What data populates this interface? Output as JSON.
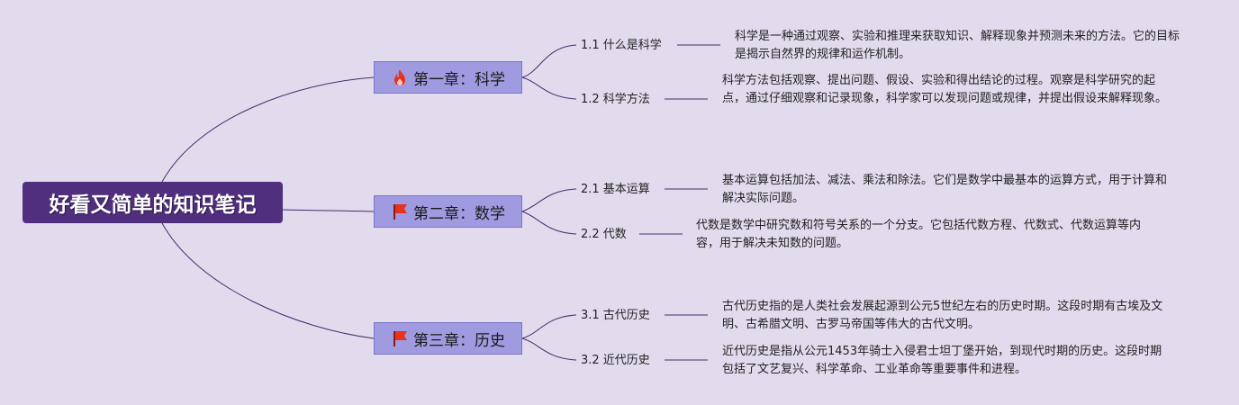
{
  "root": {
    "title": "好看又简单的知识笔记"
  },
  "chapters": [
    {
      "title": "第一章：科学",
      "icon": "fire-icon",
      "topics": [
        {
          "label": "1.1 什么是科学",
          "desc": "科学是一种通过观察、实验和推理来获取知识、解释现象并预测未来的方法。它的目标是揭示自然界的规律和运作机制。"
        },
        {
          "label": "1.2 科学方法",
          "desc": "科学方法包括观察、提出问题、假设、实验和得出结论的过程。观察是科学研究的起点，通过仔细观察和记录现象，科学家可以发现问题或规律，并提出假设来解释现象。"
        }
      ]
    },
    {
      "title": "第二章：数学",
      "icon": "flag-icon",
      "topics": [
        {
          "label": "2.1 基本运算",
          "desc": "基本运算包括加法、减法、乘法和除法。它们是数学中最基本的运算方式，用于计算和解决实际问题。"
        },
        {
          "label": "2.2 代数",
          "desc": "代数是数学中研究数和符号关系的一个分支。它包括代数方程、代数式、代数运算等内容，用于解决未知数的问题。"
        }
      ]
    },
    {
      "title": "第三章：历史",
      "icon": "flag-icon",
      "topics": [
        {
          "label": "3.1 古代历史",
          "desc": "古代历史指的是人类社会发展起源到公元5世纪左右的历史时期。这段时期有古埃及文明、古希腊文明、古罗马帝国等伟大的古代文明。"
        },
        {
          "label": "3.2 近代历史",
          "desc": "近代历史是指从公元1453年骑士入侵君士坦丁堡开始，到现代时期的历史。这段时期包括了文艺复兴、科学革命、工业革命等重要事件和进程。"
        }
      ]
    }
  ],
  "colors": {
    "background": "#e2dbed",
    "root_fill": "#4f2f7e",
    "chapter_fill": "#a09ae0",
    "line": "#3d2f6e",
    "fire": "#e8321f",
    "flag": "#e8321f"
  }
}
